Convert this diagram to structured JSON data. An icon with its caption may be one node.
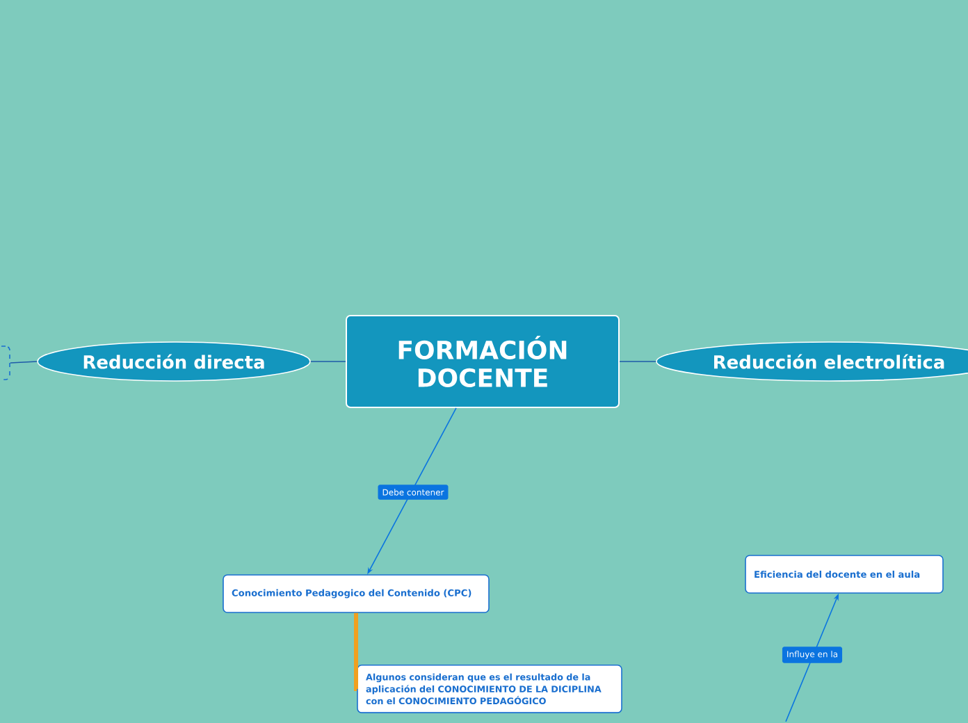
{
  "diagram": {
    "nodes": [
      {
        "text": [
          "FORMACIÓN DOCENTE"
        ]
      },
      {
        "text": [
          "Reducción directa"
        ]
      },
      {
        "text": [
          "Reducción electrolítica"
        ]
      },
      {
        "text": [
          "Conocimiento Pedagogico del Contenido (CPC)"
        ]
      },
      {
        "text": [
          "Algunos consideran que es el resultado de la aplicación del **CONOCIMIENTO DE LA DICIPLINA** con el **CONOCIMIENTO PEDAGÓGICO**"
        ]
      },
      {
        "text": [
          "Eficiencia del docente en el aula"
        ]
      },
      {
        "text": [],
        "shape": "box"
      }
    ],
    "edges": [
      {
        "from": 0,
        "to": 1,
        "arrow": "none"
      },
      {
        "from": 0,
        "to": 2,
        "arrow": "none"
      },
      {
        "from": 1,
        "to": 6,
        "arrow": "none"
      },
      {
        "from": 0,
        "to": 3,
        "arrow": "to",
        "label": "Debe contener"
      },
      {
        "from": 3,
        "to": 4,
        "arrow": "none",
        "style": "thick",
        "color": "#f0a020"
      },
      {
        "from": null,
        "to": 5,
        "arrow": "to",
        "label": "Influye en la"
      }
    ]
  }
}
